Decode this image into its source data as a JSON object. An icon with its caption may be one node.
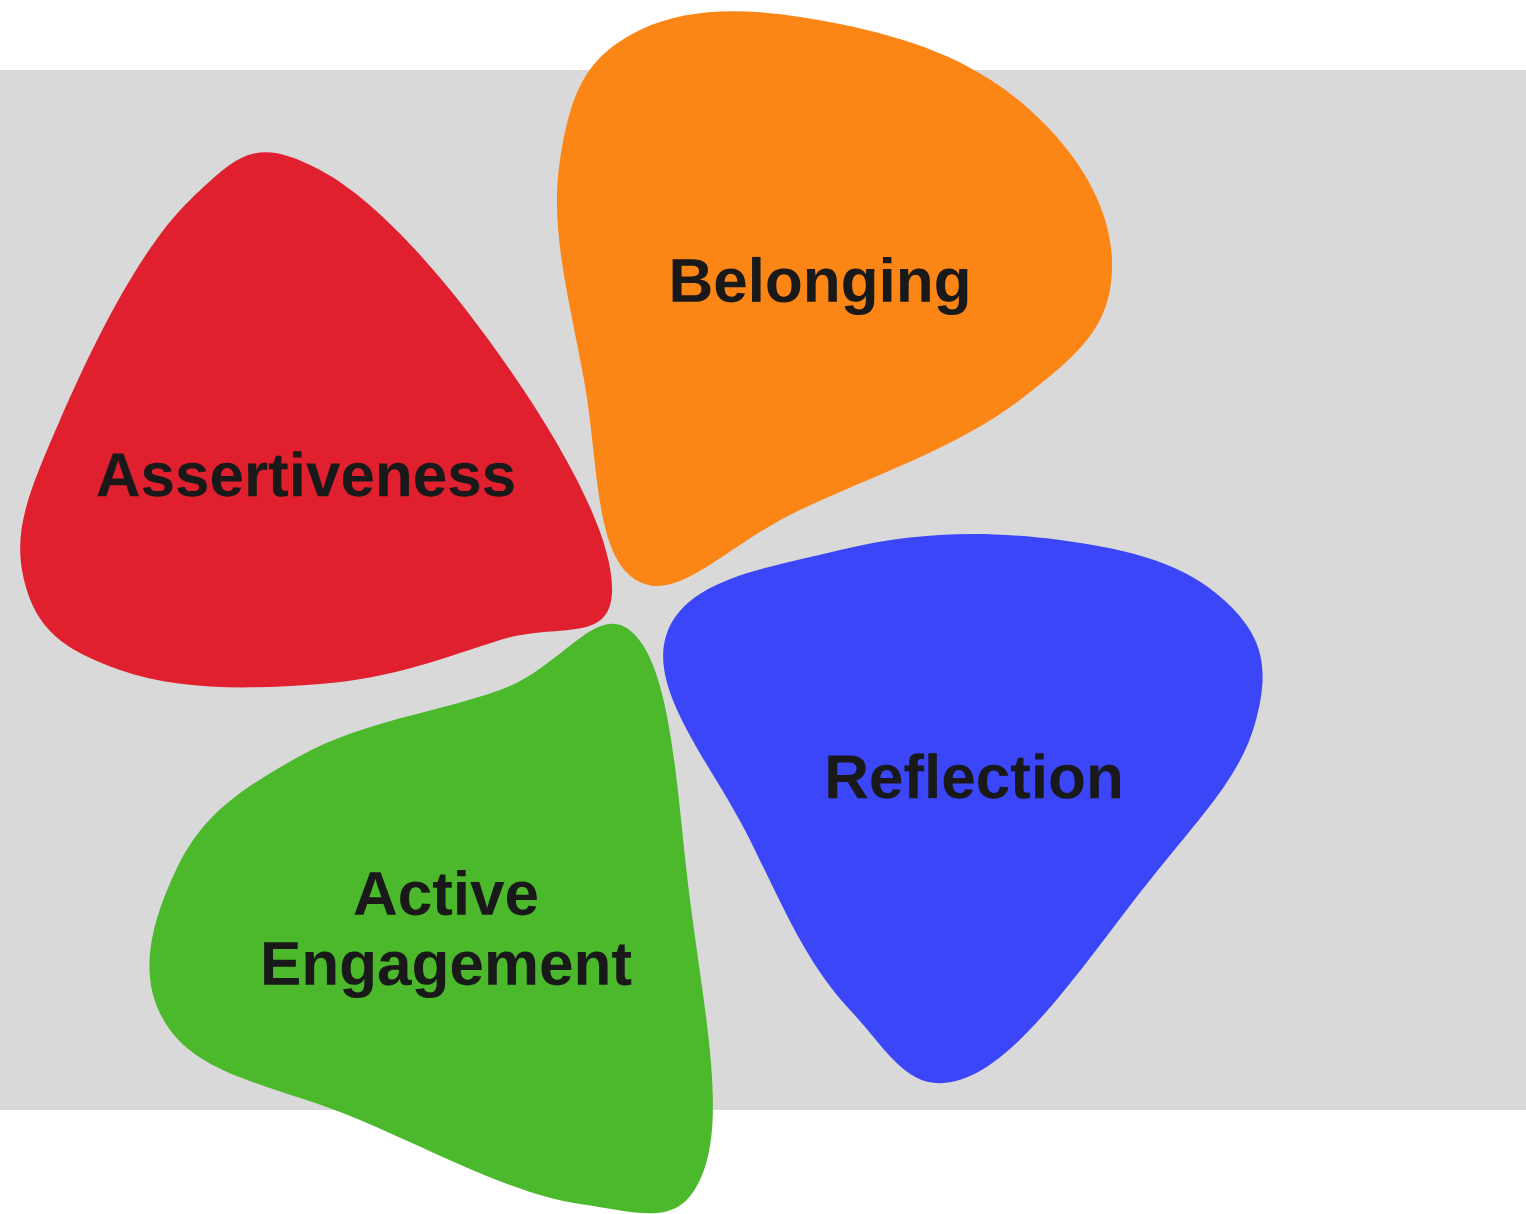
{
  "diagram": {
    "nodes": [
      {
        "text": [
          "Belonging"
        ]
      },
      {
        "text": [
          "Assertiveness"
        ]
      },
      {
        "text": [
          "Reflection"
        ]
      },
      {
        "text": [
          "Active Engagement"
        ]
      }
    ]
  }
}
